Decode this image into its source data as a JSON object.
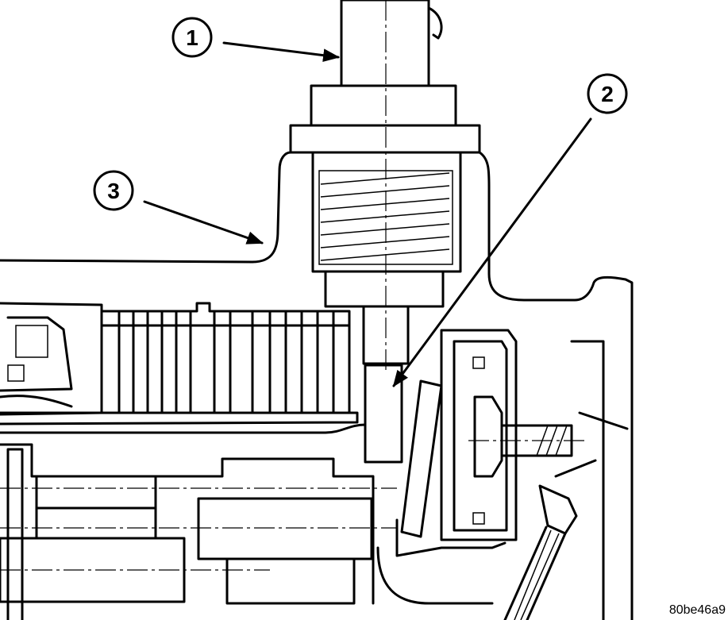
{
  "callouts": [
    {
      "id": "1",
      "label": "1"
    },
    {
      "id": "2",
      "label": "2"
    },
    {
      "id": "3",
      "label": "3"
    }
  ],
  "image_id": "80be46a9",
  "colors": {
    "line": "#000000",
    "background": "#ffffff"
  }
}
